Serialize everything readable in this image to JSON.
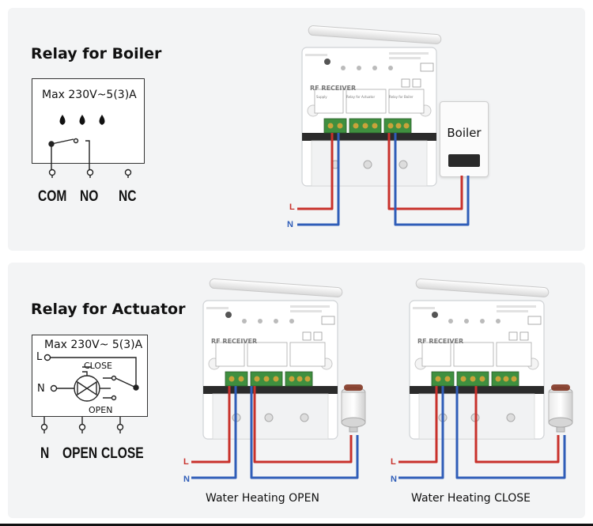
{
  "boiler_section": {
    "title": "Relay for Boiler",
    "rating": "Max 230V~5(3)A",
    "terminals": [
      "COM",
      "NO",
      "NC"
    ],
    "device_label": "Boiler",
    "wire_l": "L",
    "wire_n": "N"
  },
  "actuator_section": {
    "title": "Relay for Actuator",
    "rating": "Max 230V~ 5(3)A",
    "labels": {
      "l": "L",
      "n": "N",
      "close": "CLOSE",
      "open": "OPEN"
    },
    "terminals": [
      "N",
      "OPEN",
      "CLOSE"
    ],
    "caption_open": "Water Heating OPEN",
    "caption_close": "Water Heating CLOSE",
    "wire_l": "L",
    "wire_n": "N"
  },
  "module": {
    "brand": "RF RECEIVER",
    "blocks": [
      "Supply",
      "Relay for Actuator",
      "Relay for Boiler"
    ]
  },
  "colors": {
    "live": "#c8312b",
    "neutral": "#2f5db8",
    "panel": "#f3f4f5"
  }
}
